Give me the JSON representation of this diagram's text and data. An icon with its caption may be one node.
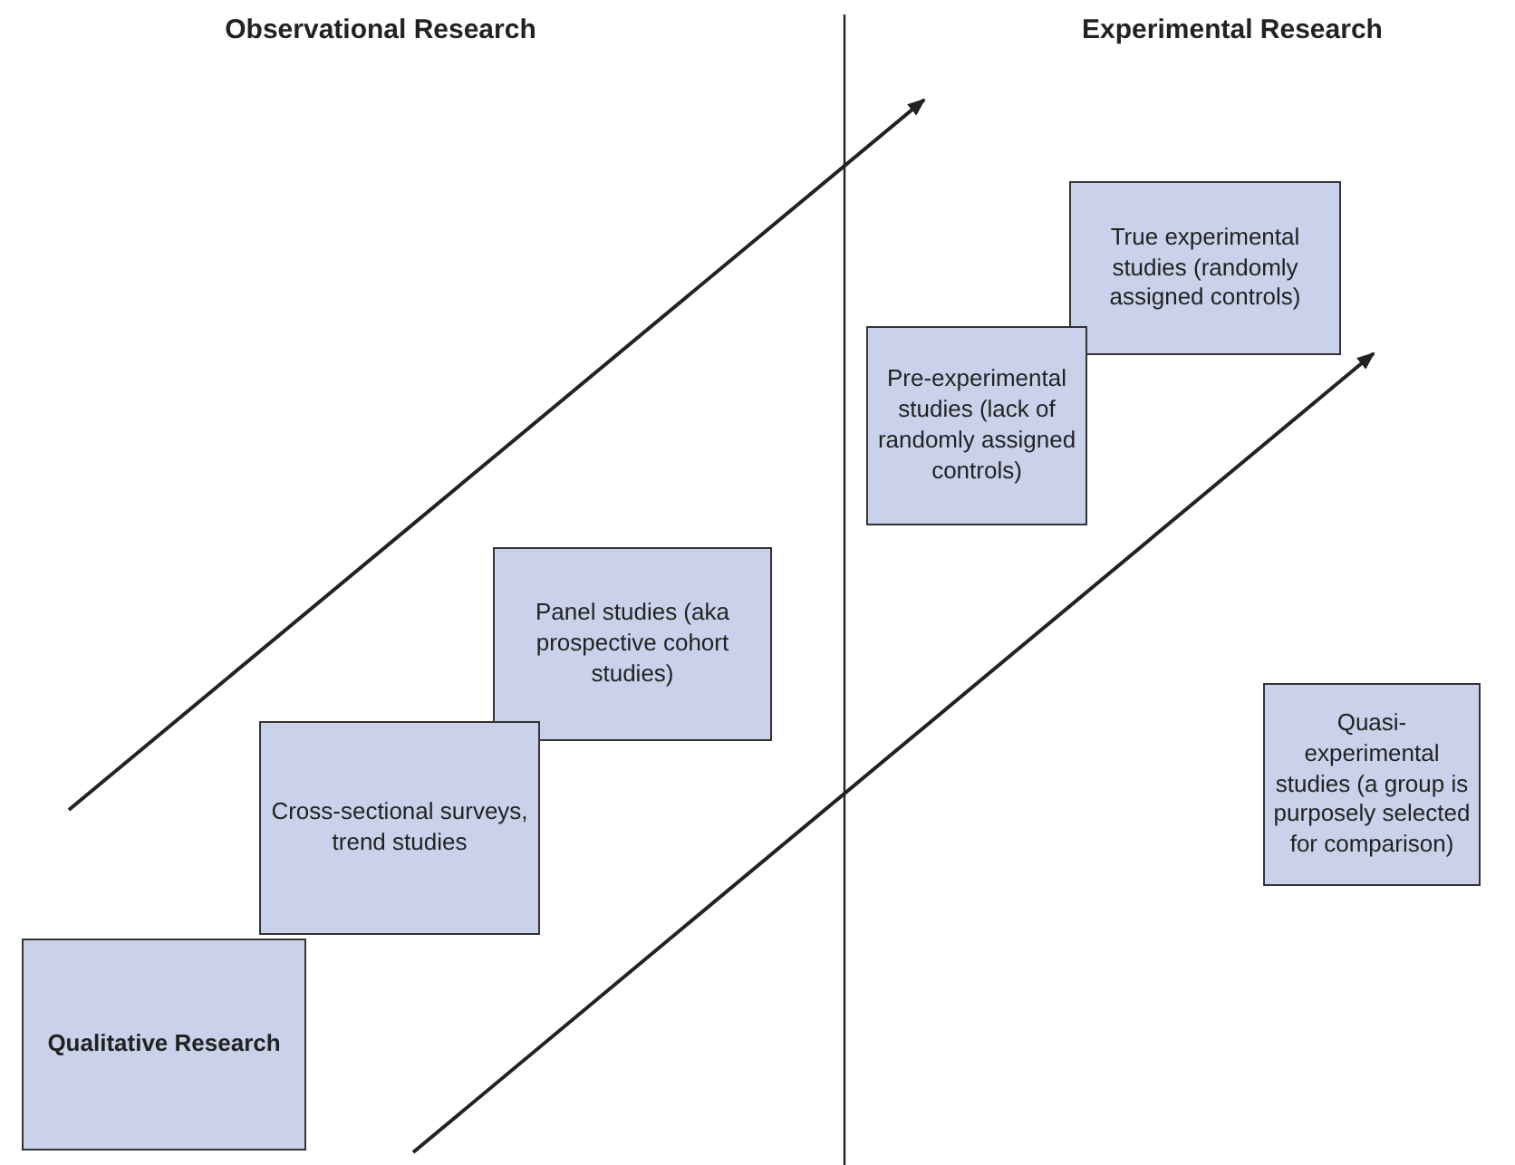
{
  "diagram": {
    "nodes": [
      {
        "text": [
          "True experimental studies (randomly assigned controls)"
        ]
      },
      {
        "text": [
          "Pre-experimental studies (lack of randomly assigned controls)"
        ]
      },
      {
        "text": [
          "Panel studies (aka prospective cohort studies)"
        ]
      },
      {
        "text": [
          "Quasi-experimental studies (a group is purposely selected for comparison)"
        ]
      },
      {
        "text": [
          "Cross-sectional surveys, trend studies"
        ]
      },
      {
        "text": [
          "Qualitative Research"
        ]
      }
    ],
    "edges": [],
    "labels": [
      "Observational Research",
      "Experimental Research"
    ]
  }
}
